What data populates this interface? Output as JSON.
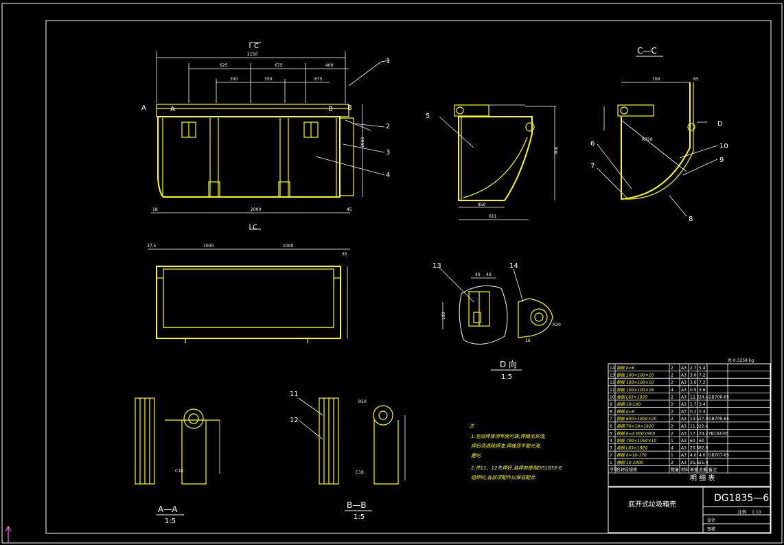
{
  "views": {
    "front_section_top": "C",
    "front_section_bottom": "C",
    "section_cc": "C—C",
    "view_d_label": "D 向",
    "view_d_scale": "1:5",
    "section_aa_label": "A—A",
    "section_aa_scale": "1:5",
    "section_bb_label": "B—B",
    "section_bb_scale": "1:5",
    "view_d_marker": "D",
    "section_a_left": "A",
    "section_a_right": "A",
    "section_b_left": "B",
    "section_b_right": "B"
  },
  "dimensions": {
    "front_total": "2150",
    "front_625_a": "625",
    "front_675": "675",
    "front_400": "400",
    "front_350_a": "350",
    "front_350_b": "350",
    "front_675_b": "675",
    "front_bottom": "2000",
    "front_height": "1000",
    "front_18": "18",
    "front_45": "45",
    "plan_375": "37.5",
    "plan_1000": "1000",
    "plan_1000_b": "1000",
    "plan_35": "35",
    "side_width": "611",
    "side_850": "850",
    "side_height": "900",
    "cc_700": "700",
    "cc_65": "65",
    "cc_r": "R750",
    "d_40_a": "40",
    "d_40_b": "40",
    "d_100": "100",
    "d_16": "16",
    "d_r20": "R20",
    "aa_c18": "C18",
    "bb_c18": "C18",
    "bb_r50": "R50"
  },
  "balloons": [
    "1",
    "2",
    "3",
    "4",
    "5",
    "6",
    "7",
    "8",
    "9",
    "10",
    "11",
    "12",
    "13",
    "14"
  ],
  "notes": {
    "marker": "注",
    "line1": "1.全部焊接须牢固可靠,焊缝无夹渣,",
    "line2": "  焊后须清除焊渣,焊缝须平整光滑,",
    "line3": "  磨光.",
    "line4": "2.件11、12先焊好,装焊前使用DG1835-6",
    "line5": "  组焊时,各部须配作以保证配合."
  },
  "bom": {
    "title": "明 细 表",
    "total_weight": "总 0.3258 kg",
    "rows": [
      [
        "14",
        "钢板 δ=6",
        "2",
        "A3",
        "2.7",
        "5.4",
        ""
      ],
      [
        "13",
        "钢板 100×100×10",
        "2",
        "A3",
        "3.6",
        "7.2",
        ""
      ],
      [
        "12",
        "钢板 150×100×10",
        "2",
        "A3",
        "3.6",
        "7.2",
        ""
      ],
      [
        "11",
        "钢板 100×100×16",
        "4",
        "A3",
        "0.9",
        "3.6",
        ""
      ],
      [
        "10",
        "角钢 L63×1920",
        "2",
        "A3",
        "12.2",
        "24.4",
        "GB706-65"
      ],
      [
        "9",
        "扁钢 10-100",
        "2",
        "A3",
        "1.7",
        "3.4",
        ""
      ],
      [
        "8",
        "钢板 δ=6",
        "2",
        "A3",
        "0.2",
        "0.4",
        ""
      ],
      [
        "7",
        "钢板 600×1800×20",
        "2",
        "A3",
        "13.5",
        "27.0",
        "GB709-65"
      ],
      [
        "6",
        "扁钢 70×10×1920",
        "2",
        "A3",
        "11.2",
        "22.4",
        ""
      ],
      [
        "5",
        "钢板 δ=4 600×900",
        "2",
        "A3",
        "17.1",
        "34.2",
        "YB164-65"
      ],
      [
        "4",
        "钢板 700×1050×10",
        "1",
        "A3",
        "60",
        "60",
        ""
      ],
      [
        "3",
        "角钢 L63×1920",
        "4",
        "A3",
        "20.5",
        "82.0",
        ""
      ],
      [
        "2",
        "钢板 δ=10-170",
        "1",
        "A3",
        "4.0",
        "4.0",
        "GB707-65"
      ],
      [
        "1",
        "槽钢 10-2000",
        "2",
        "A3",
        "25.5",
        "51.0",
        ""
      ]
    ],
    "header": [
      "序号",
      "名称及规格",
      "数量",
      "材料",
      "单重",
      "总重",
      "备注"
    ],
    "name": "底开式垃圾箱壳",
    "drawing_no": "DG1835—6",
    "designer_label": "设计",
    "checker_label": "审核",
    "scale_label": "比例",
    "scale_value": "1:10"
  }
}
